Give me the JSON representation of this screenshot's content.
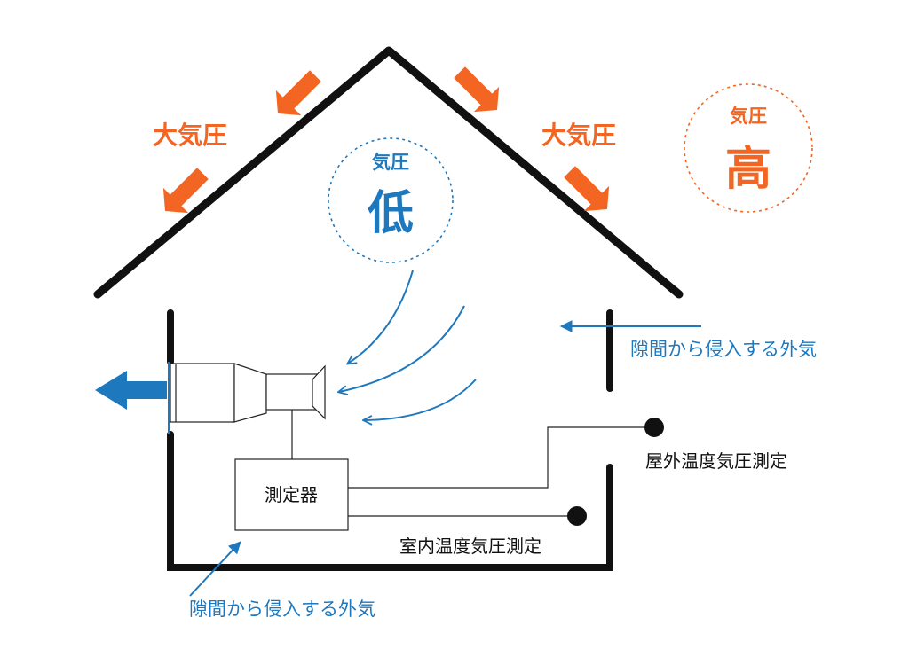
{
  "labels": {
    "atm_left": "大気圧",
    "atm_right": "大気圧",
    "low_small": "気圧",
    "low_big": "低",
    "high_small": "気圧",
    "high_big": "高",
    "infiltration_right": "隙間から侵入する外気",
    "infiltration_bottom": "隙間から侵入する外気",
    "outdoor_measure": "屋外温度気圧測定",
    "indoor_measure": "室内温度気圧測定",
    "meter": "測定器"
  },
  "colors": {
    "orange": "#f26522",
    "blue": "#1e78be",
    "outline": "#111111"
  },
  "icons": [
    "pressure-arrow-icon",
    "exhaust-arrow-icon",
    "airflow-arrow-icon",
    "exhaust-fan-icon",
    "sensor-dot-icon"
  ]
}
